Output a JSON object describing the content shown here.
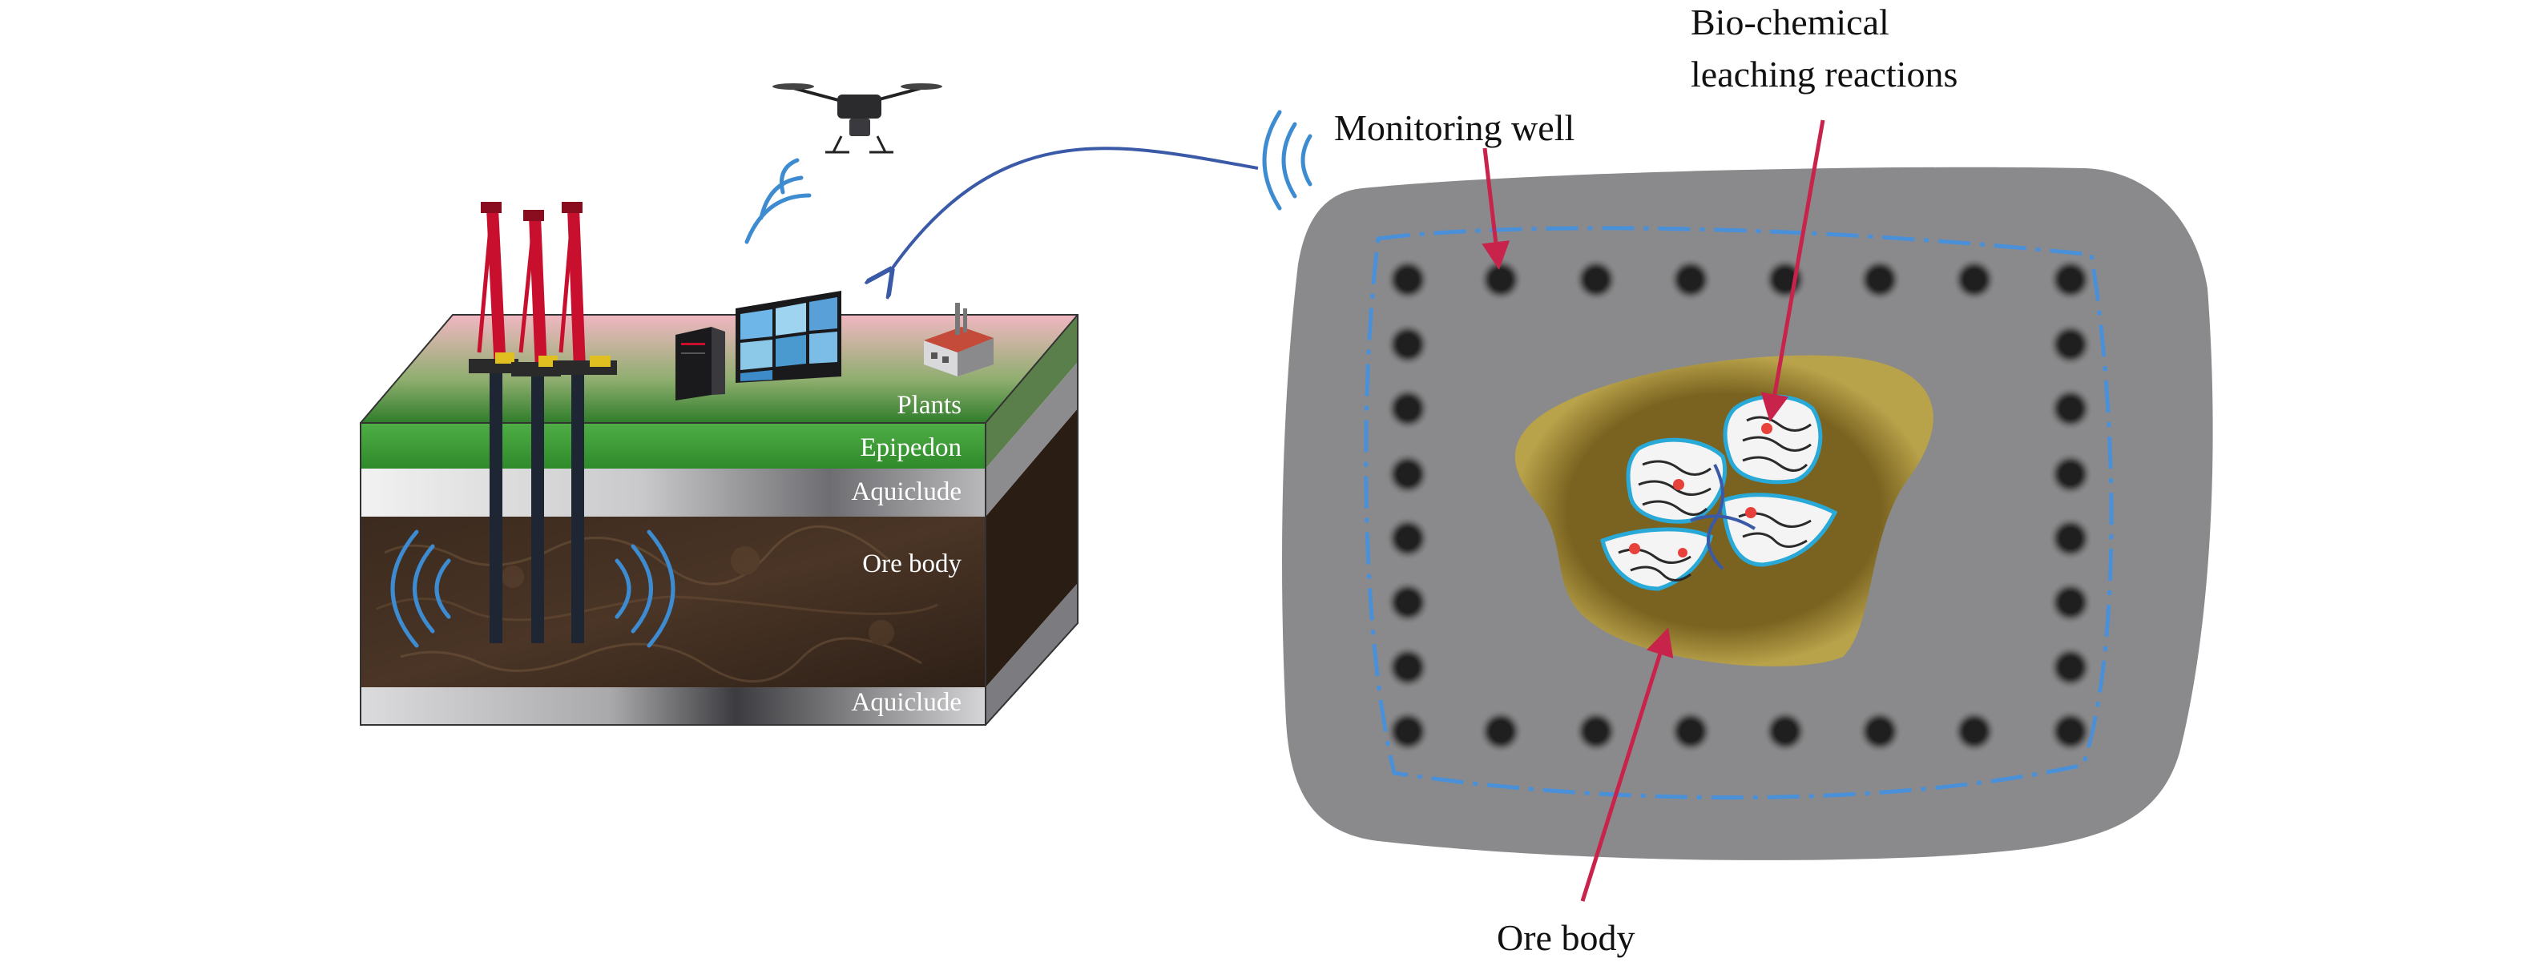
{
  "block_diagram": {
    "layers": {
      "plants": "Plants",
      "epipedon": "Epipedon",
      "aquiclude_top": "Aquiclude",
      "ore_body": "Ore body",
      "aquiclude_bottom": "Aquiclude"
    }
  },
  "plan_view": {
    "labels": {
      "monitoring_well": "Monitoring well",
      "reactions_line1": "Bio-chemical",
      "reactions_line2": "leaching reactions",
      "ore_body": "Ore body"
    }
  },
  "colors": {
    "arrow_red": "#c8234a",
    "link_blue": "#3a5aa8",
    "signal_blue": "#3d8bd1",
    "boundary_blue": "#4a90d9",
    "field_gray": "#8a8a8c",
    "ore_brown": "#7a6320",
    "epipedon_green": "#3f9a3a",
    "plants_pink": "#e8a9b5",
    "rig_red": "#c8102e"
  },
  "icons": [
    "drone-icon",
    "signal-wave-icon",
    "drilling-rig-icon",
    "server-tower-icon",
    "video-wall-icon",
    "factory-icon",
    "ore-fragment-icon"
  ]
}
